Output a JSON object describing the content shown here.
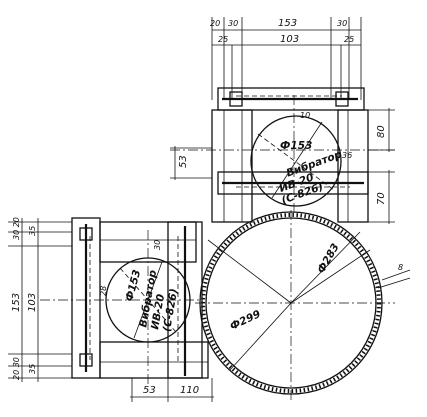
{
  "dimensions": {
    "top_20": "20",
    "top_30": "30",
    "top_153": "153",
    "top_30_right": "30",
    "top_25": "25",
    "top_103": "103",
    "top_25_right": "25",
    "right_80": "80",
    "right_70": "70",
    "mid_53": "53",
    "left_30_20": "30 20",
    "left_35": "35",
    "left_153": "153",
    "left_103": "103",
    "left_20_30": "20 30",
    "left_35_bottom": "35",
    "bottom_53": "53",
    "bottom_110": "110",
    "dim_28_left": "28",
    "dim_10_top": "10",
    "dim_30": "30",
    "dim_36": "36",
    "dim_8": "8"
  },
  "diameters": {
    "phi_153_top": "Ф153",
    "phi_153_left": "Ф153",
    "phi_283": "Ф283",
    "phi_299": "Ф299"
  },
  "labels": {
    "vibrator_top_1": "Вибратор",
    "vibrator_top_2": "ИВ-20",
    "vibrator_top_3": "(С-826)",
    "vibrator_left_1": "Вибратор",
    "vibrator_left_2": "ИВ-20",
    "vibrator_left_3": "(С-826)"
  }
}
